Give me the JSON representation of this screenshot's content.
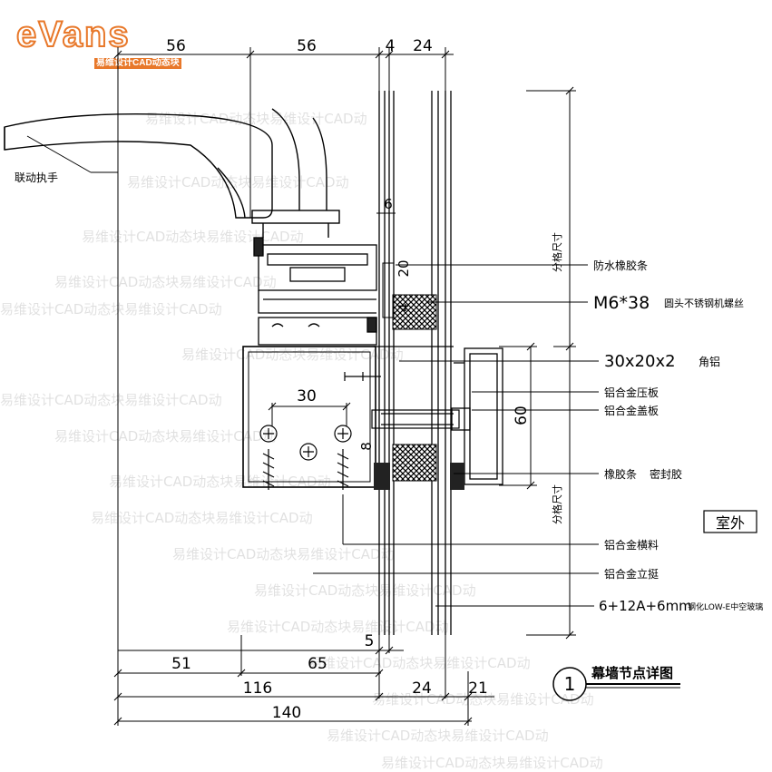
{
  "logo": {
    "word": "eVans",
    "subtitle": "易维设计CAD动态块"
  },
  "dims": {
    "top_56a": "56",
    "top_56b": "56",
    "top_4": "4",
    "top_24": "24",
    "mid_6": "6",
    "mid_20": "20",
    "mid_4": "4",
    "mid_30": "30",
    "mid_8": "8",
    "right_60": "60",
    "bot_5": "5",
    "bot_51": "51",
    "bot_65": "65",
    "bot_116": "116",
    "bot_24": "24",
    "bot_21": "21",
    "bot_140": "140",
    "vert_size_top": "分格尺寸",
    "vert_size_bot": "分格尺寸"
  },
  "labels": {
    "handle": "联动执手",
    "waterproof_strip": "防水橡胶条",
    "screw_spec": "M6*38",
    "screw_desc": "圆头不锈钢机螺丝",
    "angle_spec": "30x20x2",
    "angle_desc": "角铝",
    "press_plate": "铝合金压板",
    "cover_plate": "铝合金盖板",
    "rubber_strip": "橡胶条",
    "sealant": "密封胶",
    "outdoor": "室外",
    "transom": "铝合金横料",
    "mullion": "铝合金立挺",
    "glass_spec": "6+12A+6mm",
    "glass_desc": "钢化LOW-E中空玻璃"
  },
  "title": {
    "number": "1",
    "text": "幕墙节点详图"
  },
  "watermark": "易维设计CAD动态块"
}
